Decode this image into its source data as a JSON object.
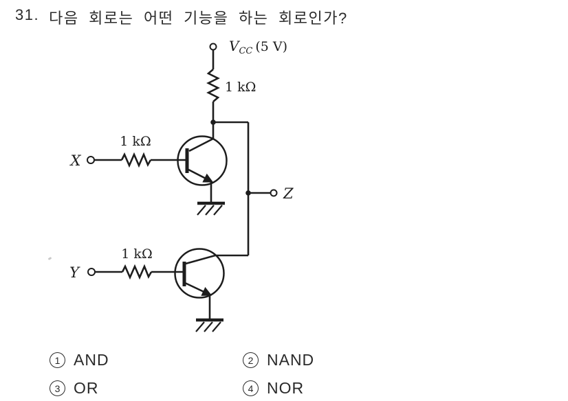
{
  "colors": {
    "ink": "#2a2a2a",
    "line": "#1d1d1d",
    "background": "#ffffff"
  },
  "question": {
    "number": "31.",
    "text": "다음 회로는 어떤 기능을 하는 회로인가?"
  },
  "circuit": {
    "supply": {
      "name": "V",
      "subscript": "CC",
      "value": "(5 V)"
    },
    "pullup_resistor": {
      "label": "1 kΩ"
    },
    "input_x": {
      "terminal": "X",
      "resistor_label": "1 kΩ"
    },
    "input_y": {
      "terminal": "Y",
      "resistor_label": "1 kΩ"
    },
    "output": {
      "terminal": "Z"
    },
    "transistors": [
      "Q1 NPN",
      "Q2 NPN"
    ]
  },
  "options": [
    {
      "number": "1",
      "label": "AND"
    },
    {
      "number": "2",
      "label": "NAND"
    },
    {
      "number": "3",
      "label": "OR"
    },
    {
      "number": "4",
      "label": "NOR"
    }
  ]
}
